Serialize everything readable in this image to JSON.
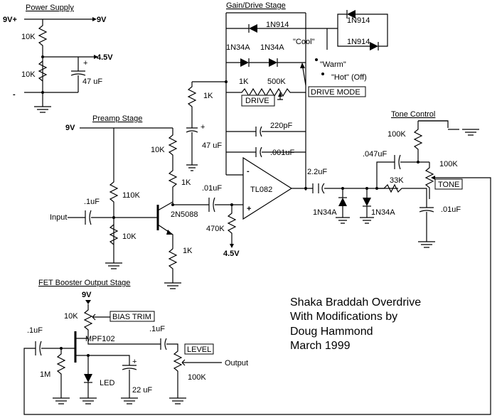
{
  "sections": {
    "power_supply": "Power Supply",
    "gain_drive": "Gain/Drive Stage",
    "preamp": "Preamp Stage",
    "tone_control": "Tone Control",
    "fet_booster": "FET Booster Output Stage"
  },
  "power": {
    "v9_plus": "9V+",
    "v9_out": "9V",
    "v45_out": "4.5V",
    "minus": "-",
    "r1": "10K",
    "r2": "10K",
    "cap": "47 uF",
    "cap_plus": "+"
  },
  "drive": {
    "d_1n914_a": "1N914",
    "d_1n34a_a": "1N34A",
    "d_1n34a_b": "1N34A",
    "d_1n914_b": "1N914",
    "d_1n914_c": "1N914",
    "cool": "\"Cool\"",
    "warm": "\"Warm\"",
    "hot": "\"Hot\" (Off)",
    "r_1k_fb": "1K",
    "pot_500k": "500K",
    "drive_box": "DRIVE",
    "drive_mode_box": "DRIVE MODE",
    "c_220pf": "220pF",
    "c_001uf": ".001uF",
    "r_1k_in": "1K",
    "c_47uf": "47 uF",
    "c_47uf_plus": "+",
    "opamp": "TL082",
    "op_minus": "-",
    "op_plus": "+",
    "c_22uf": "2.2uF",
    "d_clip_a": "1N34A",
    "d_clip_b": "1N34A"
  },
  "preamp": {
    "v9": "9V",
    "input": "Input",
    "c_in": ".1uF",
    "r_110k": "110K",
    "r_10k_bias": "10K",
    "r_10k_col": "10K",
    "r_1k_col": "1K",
    "transistor": "2N5088",
    "r_1k_emit": "1K",
    "c_01uf": ".01uF",
    "r_470k": "470K",
    "v45": "4.5V"
  },
  "tone": {
    "r_100k": "100K",
    "c_047uf": ".047uF",
    "pot_100k": "100K",
    "r_33k": "33K",
    "tone_box": "TONE",
    "c_01uf": ".01uF"
  },
  "fet": {
    "v9": "9V",
    "r_10k": "10K",
    "bias_trim_box": "BIAS TRIM",
    "fet": "MPF102",
    "c_in": ".1uF",
    "c_out": ".1uF",
    "r_1m": "1M",
    "led": "LED",
    "c_22uf": "22 uF",
    "c_plus": "+",
    "level_box": "LEVEL",
    "pot_100k": "100K",
    "output": "Output"
  },
  "caption": {
    "line1": "Shaka Braddah Overdrive",
    "line2": "With Modifications by",
    "line3": "Doug Hammond",
    "line4": "March 1999"
  }
}
